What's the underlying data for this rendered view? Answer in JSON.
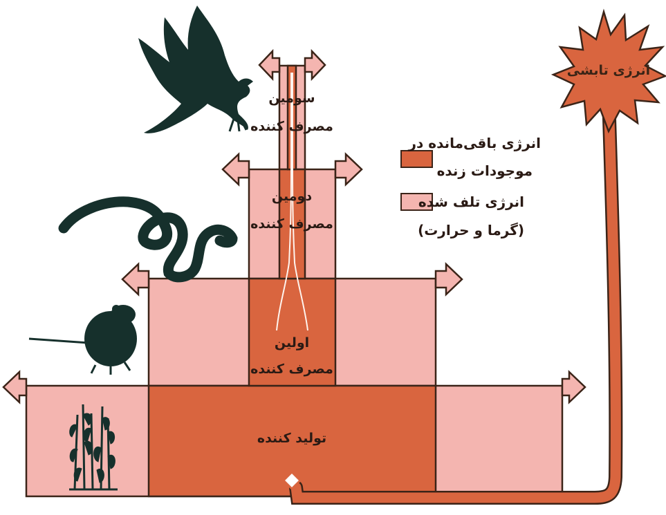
{
  "colors": {
    "retained": "#d9653f",
    "lost": "#f4b5b0",
    "outline": "#3b2418",
    "animal": "#16302c"
  },
  "legend": {
    "retained_line1": "انرژی باقی‌مانده در",
    "retained_line2": "موجودات زنده",
    "lost_line1": "انرژی تلف شده",
    "lost_line2": "(گرما و حرارت)"
  },
  "sun": {
    "label": "انرژی تابشی"
  },
  "levels": {
    "producer": "تولید کننده",
    "primary_line1": "اولین",
    "primary_line2": "مصرف کننده",
    "secondary_line1": "دومین",
    "secondary_line2": "مصرف کننده",
    "tertiary_line1": "سومین",
    "tertiary_line2": "مصرف کننده"
  },
  "icons": [
    "eagle-icon",
    "snake-icon",
    "rat-icon",
    "corn-plant-icon",
    "sun-icon"
  ]
}
